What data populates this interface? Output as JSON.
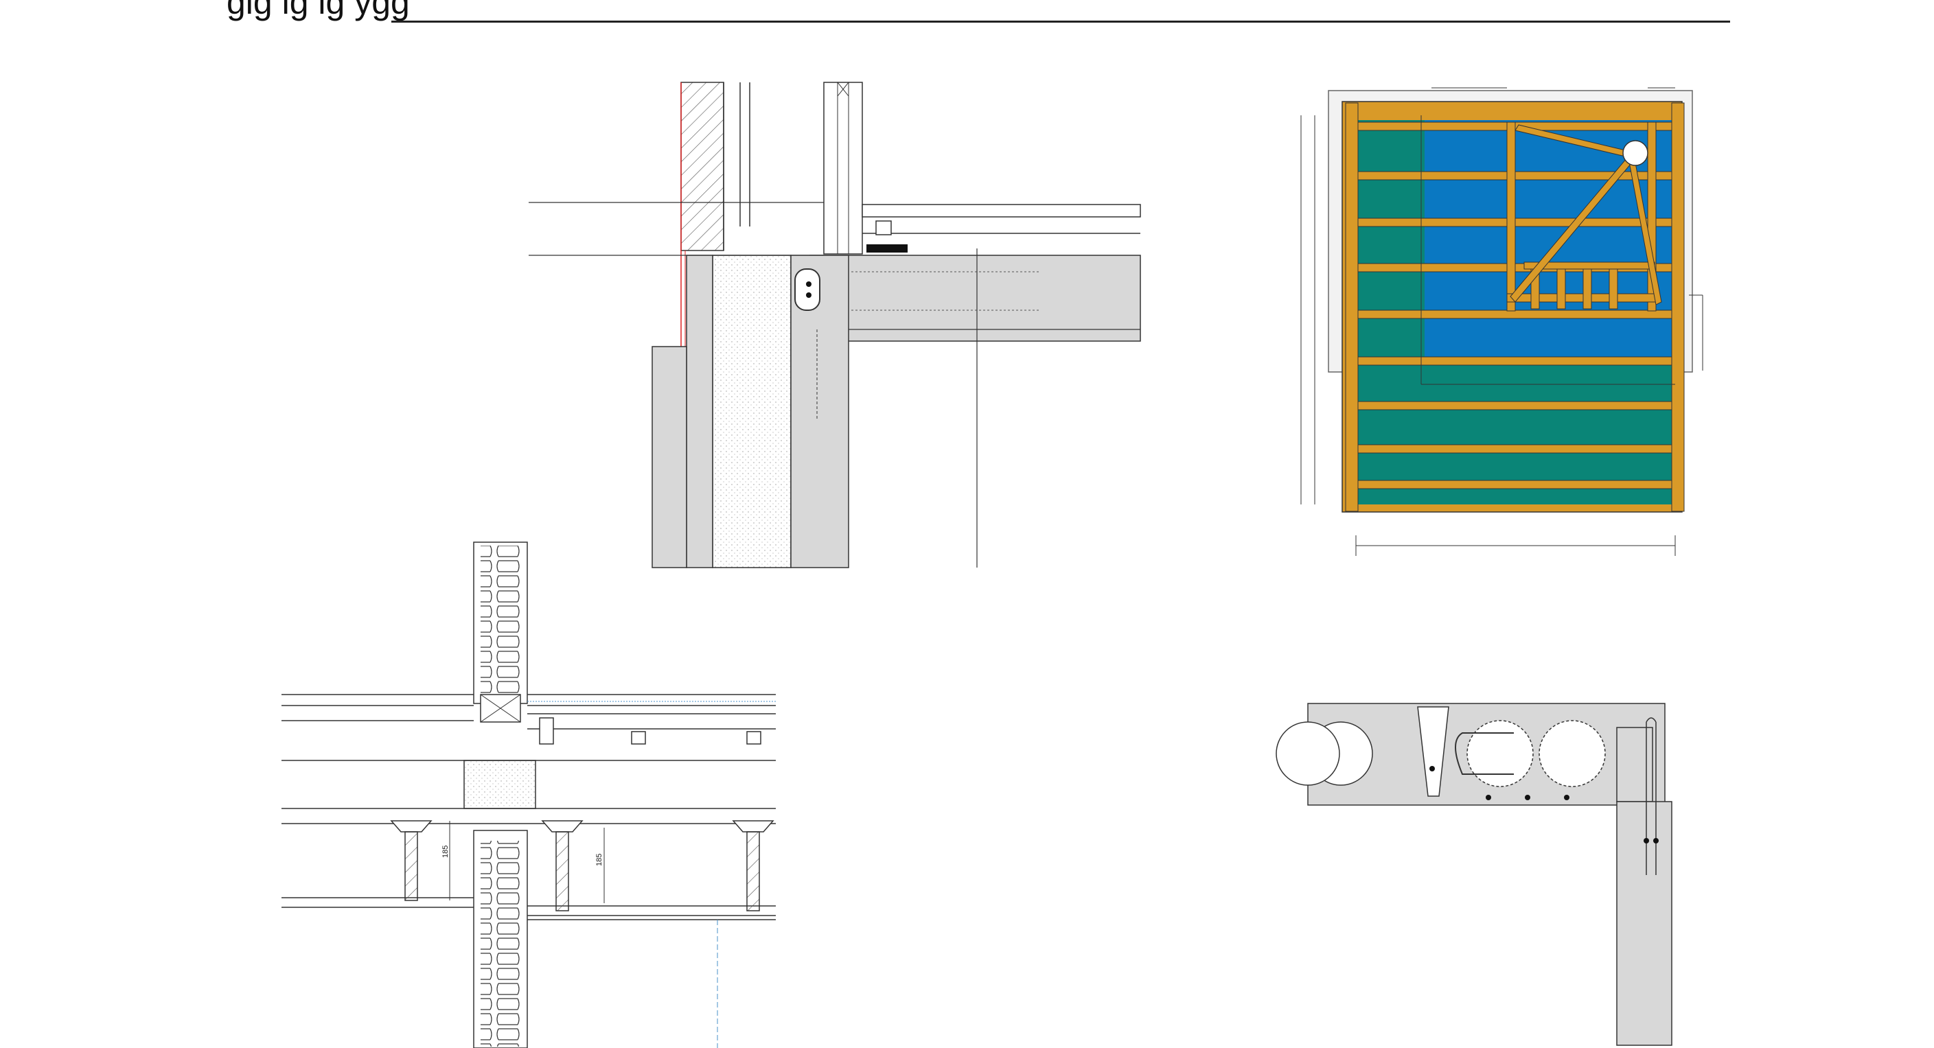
{
  "header": {
    "title_fragment": "gig    ig  ig      ygg"
  },
  "details": {
    "wall_slab_section": {
      "kind": "section detail"
    },
    "floor_joist_section": {
      "dim_left": "185",
      "dim_right": "185"
    },
    "framing_plan": {
      "colors": {
        "timber": "#d99a28",
        "insulation_blue": "#0a78c2",
        "insulation_teal": "#0a8577"
      }
    },
    "hollowcore_junction": {
      "kind": "hollow-core slab junction"
    }
  }
}
